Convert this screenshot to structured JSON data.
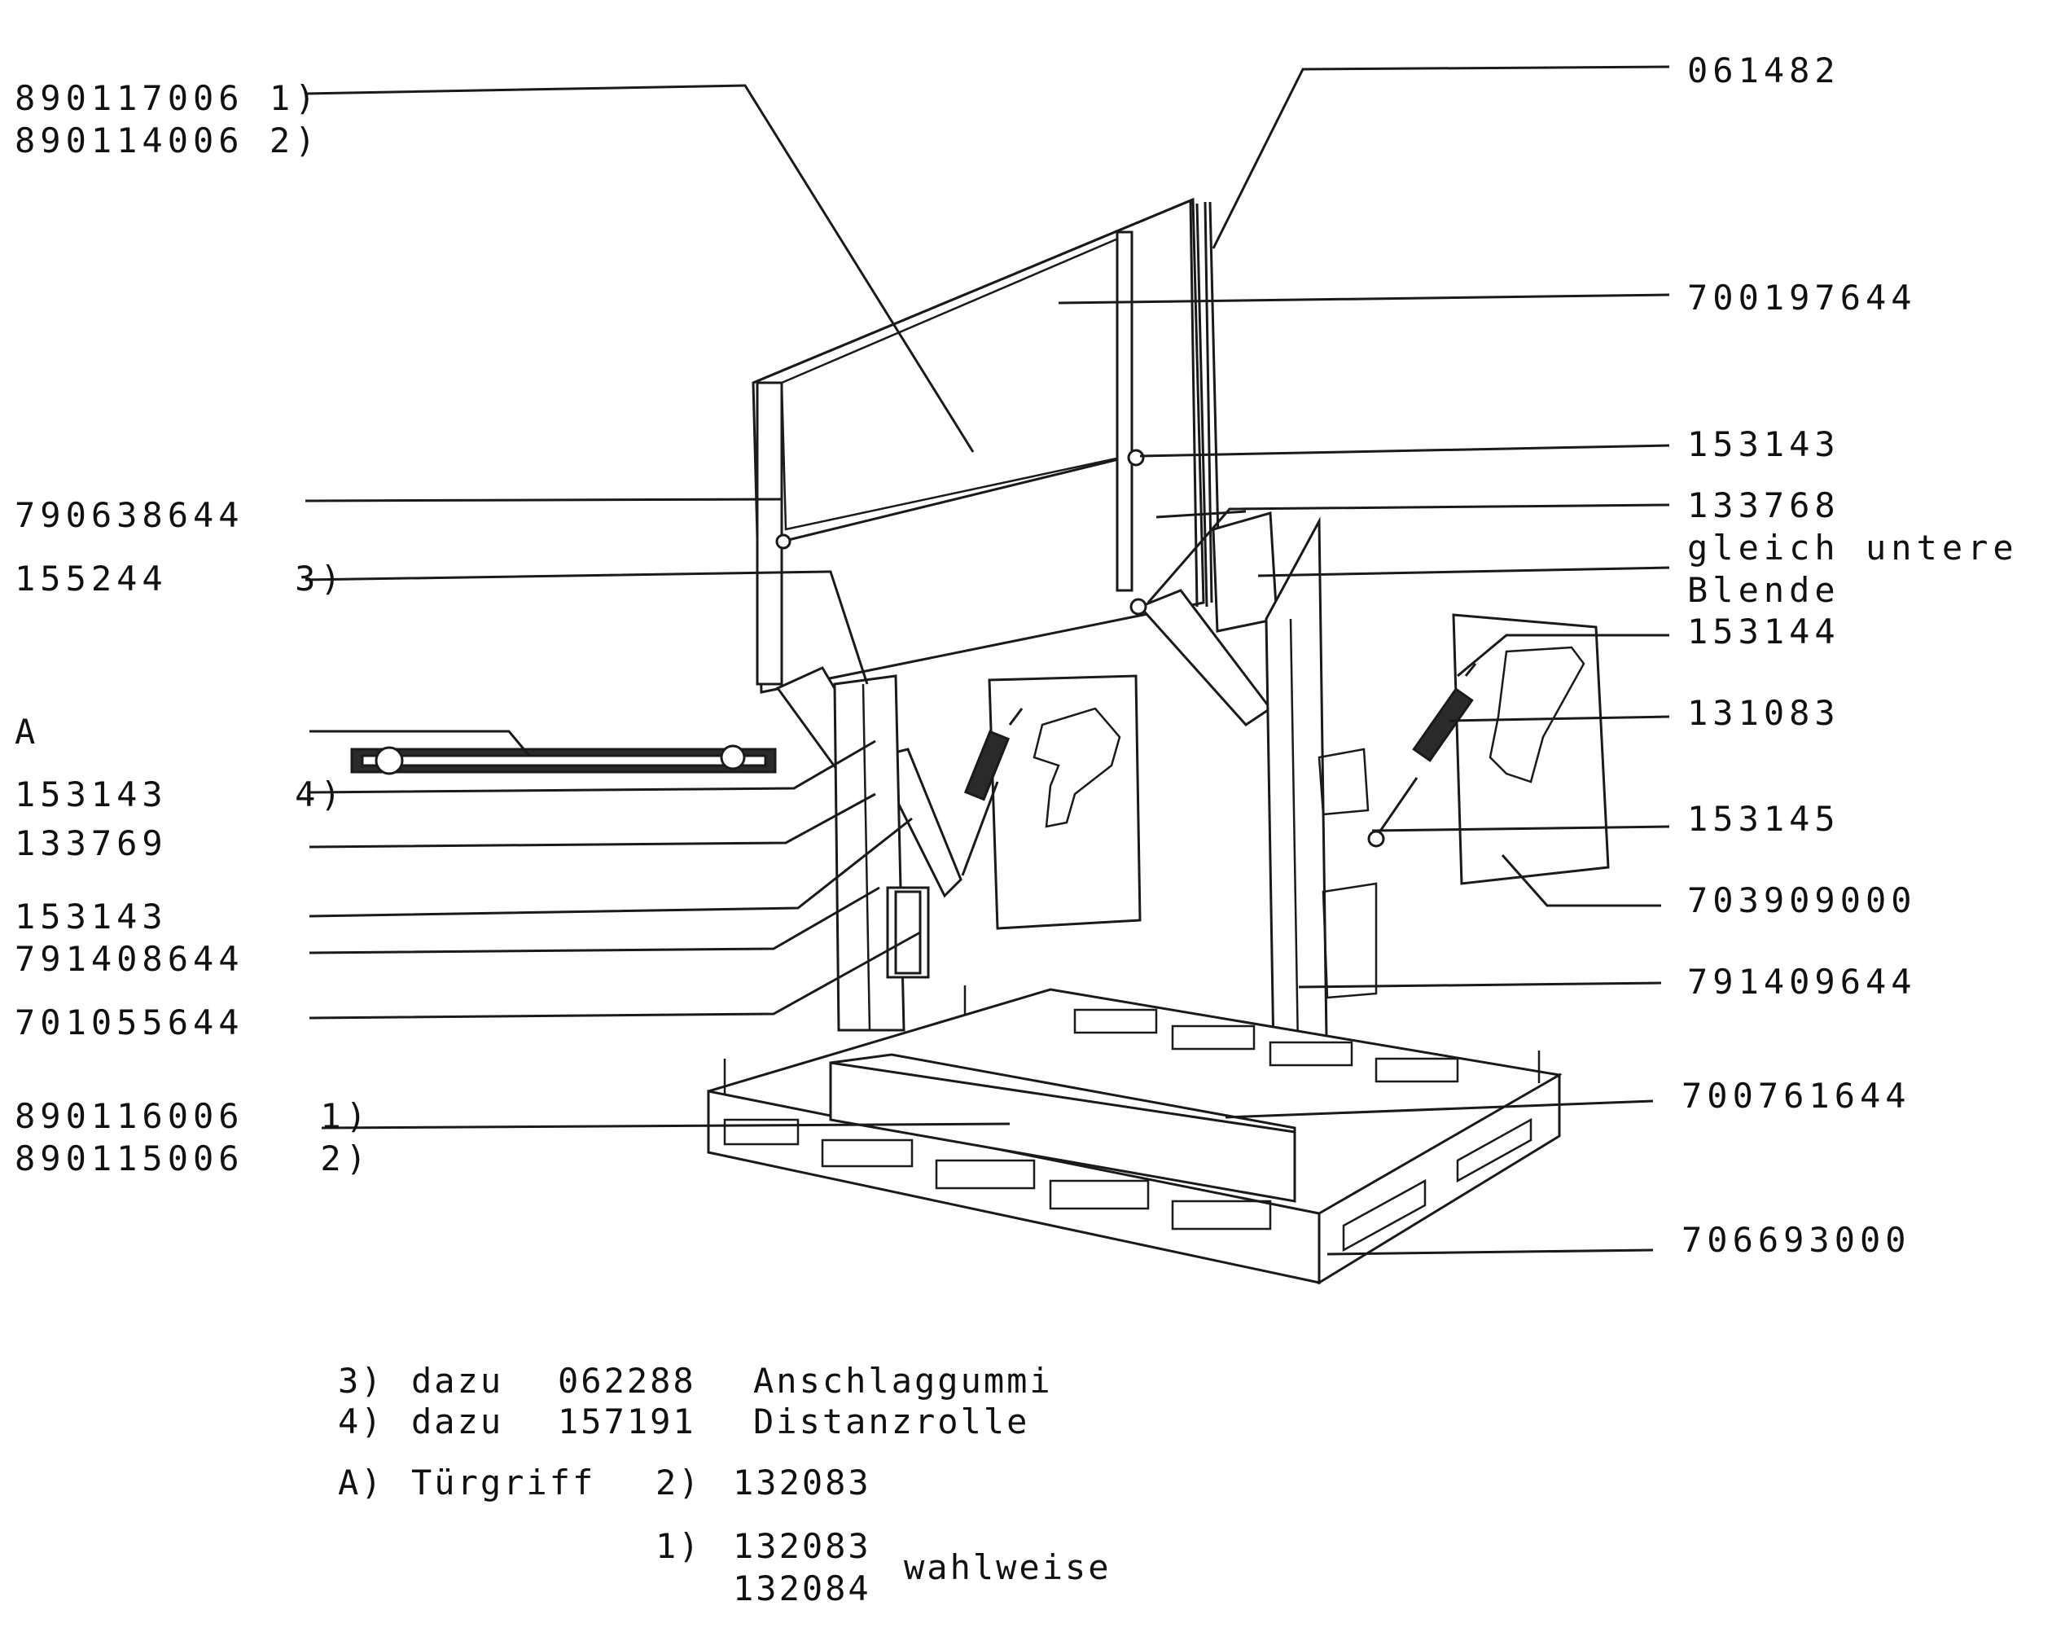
{
  "labels_left": [
    {
      "id": "l1",
      "text": "890117006 1)"
    },
    {
      "id": "l2",
      "text": "890114006 2)"
    },
    {
      "id": "l3",
      "text": "790638644"
    },
    {
      "id": "l4",
      "text": "155244     3)"
    },
    {
      "id": "l5",
      "text": "A"
    },
    {
      "id": "l6",
      "text": "153143     4)"
    },
    {
      "id": "l7",
      "text": "133769"
    },
    {
      "id": "l8",
      "text": "153143"
    },
    {
      "id": "l9",
      "text": "791408644"
    },
    {
      "id": "l10",
      "text": "701055644"
    },
    {
      "id": "l11",
      "text": "890116006   1)"
    },
    {
      "id": "l12",
      "text": "890115006   2)"
    }
  ],
  "labels_right": [
    {
      "id": "r1",
      "text": "061482"
    },
    {
      "id": "r2",
      "text": "700197644"
    },
    {
      "id": "r3",
      "text": "153143"
    },
    {
      "id": "r4",
      "text": "133768"
    },
    {
      "id": "r5",
      "text": "gleich untere"
    },
    {
      "id": "r6",
      "text": "Blende"
    },
    {
      "id": "r7",
      "text": "153144"
    },
    {
      "id": "r8",
      "text": "131083"
    },
    {
      "id": "r9",
      "text": "153145"
    },
    {
      "id": "r10",
      "text": "703909000"
    },
    {
      "id": "r11",
      "text": "791409644"
    },
    {
      "id": "r12",
      "text": "700761644"
    },
    {
      "id": "r13",
      "text": "706693000"
    }
  ],
  "notes": {
    "n3_marker": "3)",
    "n3_word": "dazu",
    "n3_part": "062288",
    "n3_name": "Anschlaggummi",
    "n4_marker": "4)",
    "n4_word": "dazu",
    "n4_part": "157191",
    "n4_name": "Distanzrolle",
    "a_marker": "A)",
    "a_word": "Türgriff",
    "a_opt2": "2)",
    "a_part2": "132083",
    "a_opt1": "1)",
    "a_part1a": "132083",
    "a_part1b": "132084",
    "a_choice": "wahlweise"
  }
}
